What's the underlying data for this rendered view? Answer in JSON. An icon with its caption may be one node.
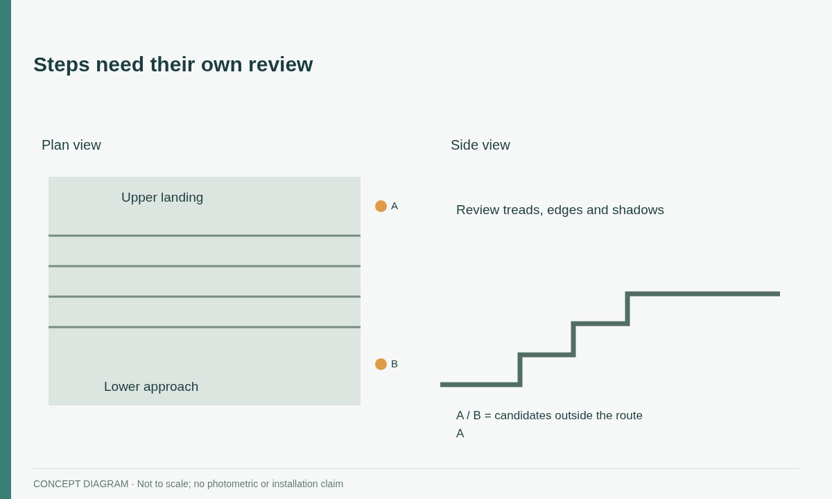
{
  "diagram": {
    "title": "Steps need their own review",
    "caption": "CONCEPT DIAGRAM · Not to scale; no photometric or installation claim",
    "nodes": [
      {
        "text": [
          "Upper landing",
          "Lower approach"
        ]
      }
    ],
    "labels": [
      "Plan view",
      "Side view",
      "A",
      "Review treads, edges and shadows",
      "B",
      "A / B = candidates outside the route",
      "A"
    ]
  }
}
